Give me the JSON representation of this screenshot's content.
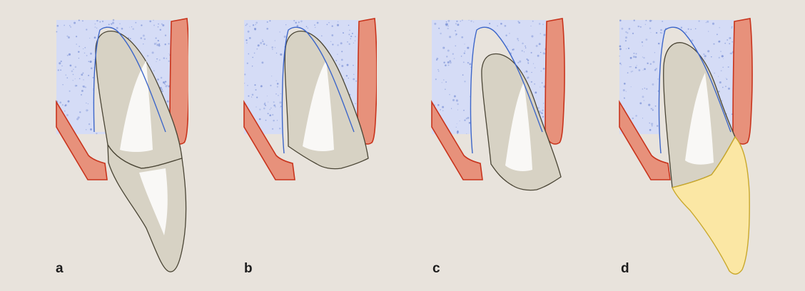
{
  "figure": {
    "panels": [
      {
        "label": "a"
      },
      {
        "label": "b"
      },
      {
        "label": "c"
      },
      {
        "label": "d"
      }
    ]
  },
  "colors": {
    "background": "#e8e3dc",
    "bone_fill": "#d5dcf6",
    "bone_speckle": "#7d93d6",
    "bone_outline": "#3d66c9",
    "gingiva_fill": "#e7917b",
    "gingiva_outline": "#c8341d",
    "tooth_fill": "#d7d2c4",
    "tooth_highlight": "#ffffff",
    "tooth_outline": "#4a4535",
    "restoration_fill": "#fbe7a4",
    "restoration_outline": "#c9a82a"
  }
}
